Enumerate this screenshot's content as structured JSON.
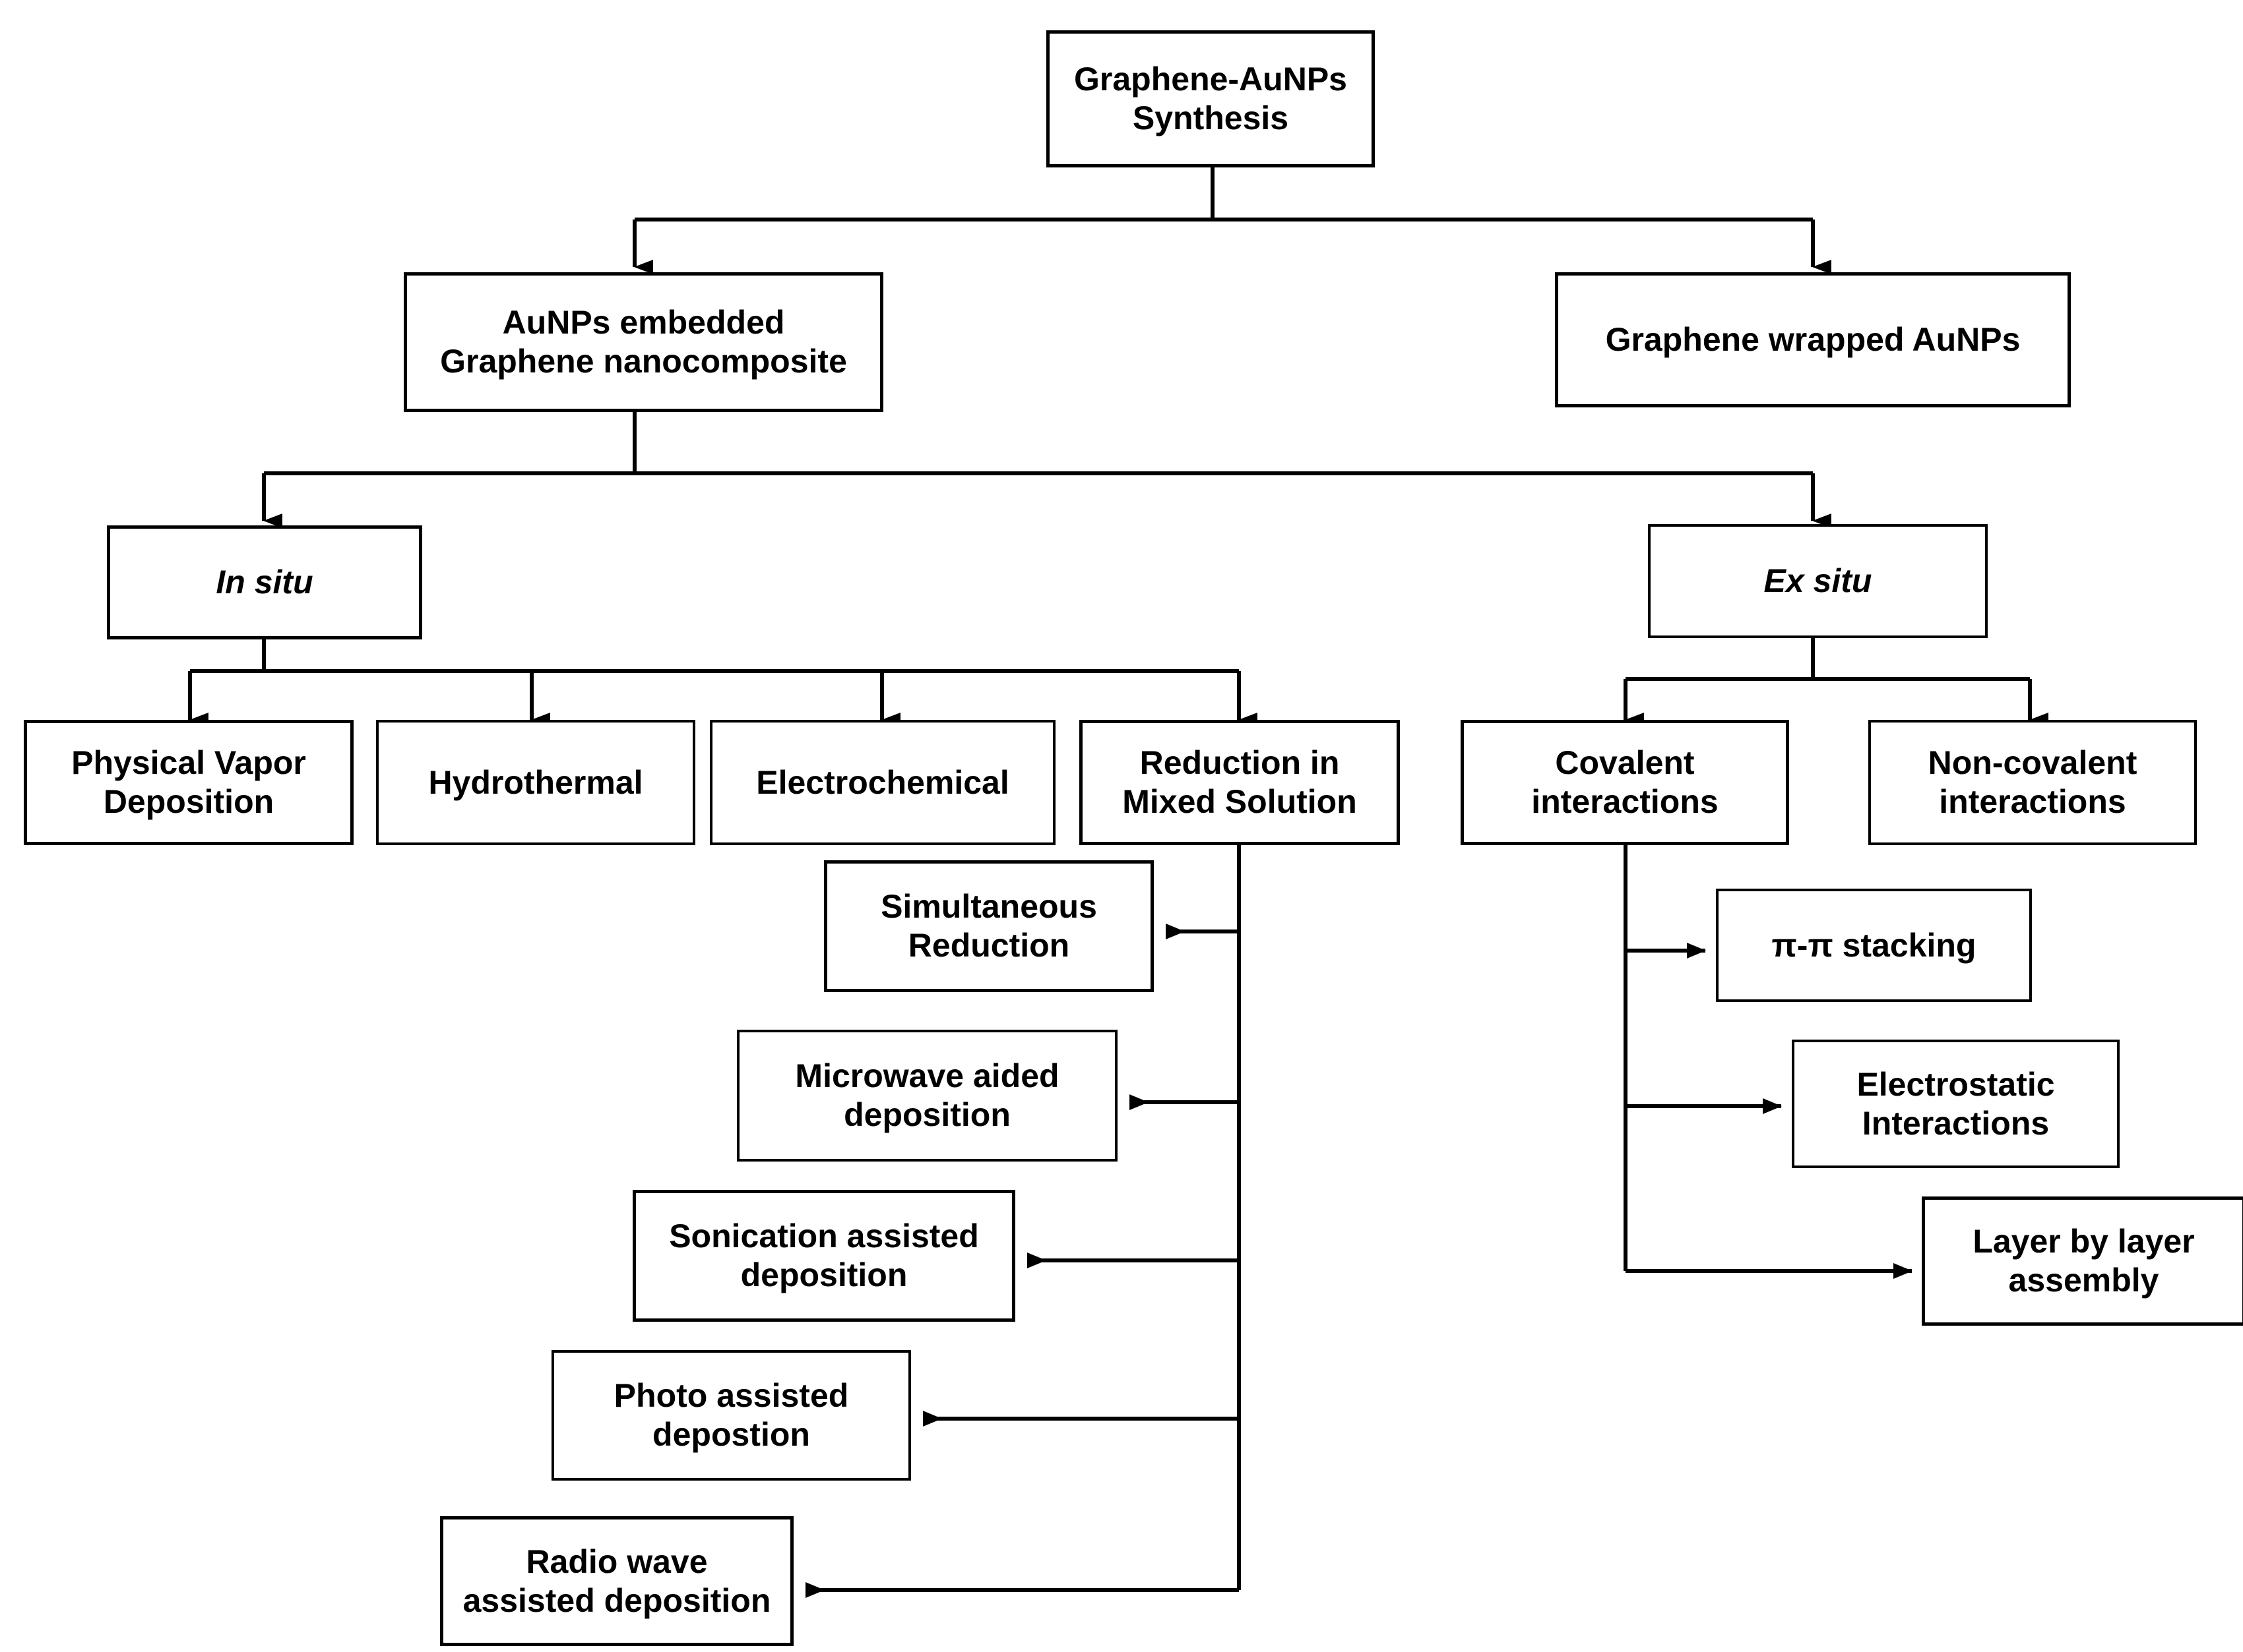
{
  "diagram": {
    "title": "Graphene-AuNPs Synthesis flowchart",
    "accent_color": "#000000",
    "background_color": "#ffffff",
    "nodes": {
      "root": "Graphene-AuNPs\nSynthesis",
      "embedded": "AuNPs embedded\nGraphene nanocomposite",
      "wrapped": "Graphene wrapped AuNPs",
      "in_situ": "In situ",
      "ex_situ": "Ex situ",
      "pvd": "Physical Vapor\nDeposition",
      "hydrothermal": "Hydrothermal",
      "electrochemical": "Electrochemical",
      "reduction": "Reduction  in\nMixed Solution",
      "covalent": "Covalent\ninteractions",
      "noncovalent": "Non-covalent\ninteractions",
      "simultaneous": "Simultaneous\nReduction",
      "microwave": "Microwave aided\ndeposition",
      "sonication": "Sonication assisted\ndeposition",
      "photo": "Photo assisted\ndepostion",
      "radio": "Radio wave\nassisted deposition",
      "pi_stacking": "π-π stacking",
      "electrostatic": "Electrostatic\nInteractions",
      "layer": "Layer by layer\nassembly"
    },
    "edges": [
      {
        "from": "root",
        "to": "embedded"
      },
      {
        "from": "root",
        "to": "wrapped"
      },
      {
        "from": "embedded",
        "to": "in_situ"
      },
      {
        "from": "embedded",
        "to": "ex_situ"
      },
      {
        "from": "in_situ",
        "to": "pvd"
      },
      {
        "from": "in_situ",
        "to": "hydrothermal"
      },
      {
        "from": "in_situ",
        "to": "electrochemical"
      },
      {
        "from": "in_situ",
        "to": "reduction"
      },
      {
        "from": "ex_situ",
        "to": "covalent"
      },
      {
        "from": "ex_situ",
        "to": "noncovalent"
      },
      {
        "from": "reduction",
        "to": "simultaneous"
      },
      {
        "from": "reduction",
        "to": "microwave"
      },
      {
        "from": "reduction",
        "to": "sonication"
      },
      {
        "from": "reduction",
        "to": "photo"
      },
      {
        "from": "reduction",
        "to": "radio"
      },
      {
        "from": "covalent",
        "to": "pi_stacking"
      },
      {
        "from": "covalent",
        "to": "electrostatic"
      },
      {
        "from": "covalent",
        "to": "layer"
      }
    ]
  }
}
